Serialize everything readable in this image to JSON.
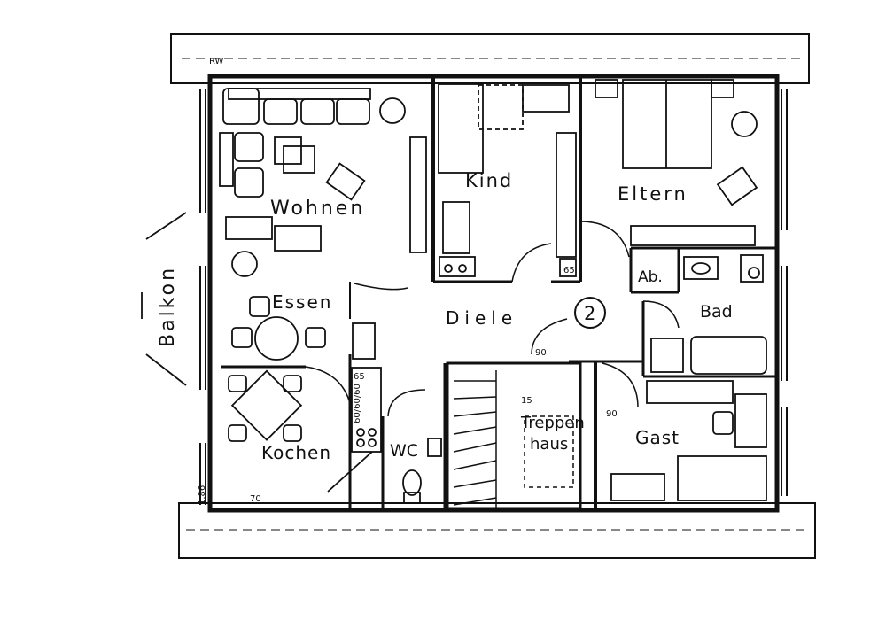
{
  "rooms": {
    "wohnen": "Wohnen",
    "kind": "Kind",
    "eltern": "Eltern",
    "essen": "Essen",
    "diele": "Diele",
    "bad": "Bad",
    "ab": "Ab.",
    "kochen": "Kochen",
    "wc": "WC",
    "treppen_line1": "Treppen",
    "treppen_line2": "haus",
    "gast": "Gast",
    "balkon": "Balkon"
  },
  "markers": {
    "apartment_number": "2",
    "rw": "RW",
    "stair_steps": "15"
  },
  "dimensions": {
    "door_90_a": "90",
    "door_90_b": "90",
    "door_65_a": "65",
    "door_65_b": "65",
    "height_186": "1.86",
    "sill_70": "70",
    "kitchen_dims": "60/60/60"
  },
  "colors": {
    "ink": "#111111",
    "paper": "#ffffff"
  }
}
